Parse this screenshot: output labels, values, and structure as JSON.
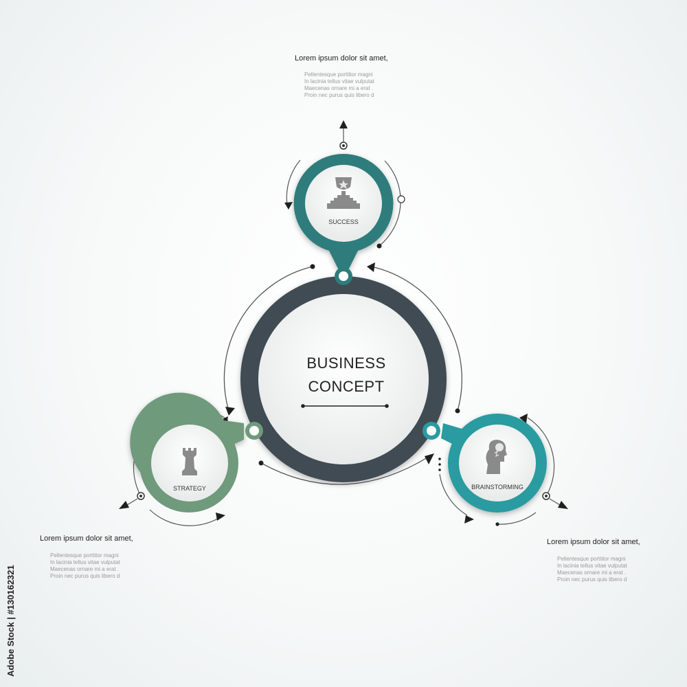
{
  "center": {
    "line1": "BUSINESS",
    "line2": "CONCEPT"
  },
  "nodes": [
    {
      "label": "SUCCESS",
      "icon": "trophy-icon",
      "color": "#2e7d7b"
    },
    {
      "label": "STRATEGY",
      "icon": "chess-rook-icon",
      "color": "#6f9a7b"
    },
    {
      "label": "BRAINSTORMING",
      "icon": "head-idea-icon",
      "color": "#2a9ba0"
    }
  ],
  "text_blocks": [
    {
      "title": "Lorem ipsum dolor sit amet,",
      "lines": [
        "Pellentesque porttitor magni",
        "In lacinia tellus vitae vulputat",
        "Maecenas ornare mi a erat .",
        "Proin nec purus quis libero d"
      ]
    },
    {
      "title": "Lorem ipsum dolor sit amet,",
      "lines": [
        "Pellentesque porttitor magni",
        "In lacinia tellus vitae vulputat",
        "Maecenas ornare mi a erat .",
        "Proin nec purus quis libero d"
      ]
    },
    {
      "title": "Lorem ipsum dolor sit amet,",
      "lines": [
        "Pellentesque porttitor magni",
        "In lacinia tellus vitae vulputat",
        "Maecenas ornare mi a erat .",
        "Proin nec purus quis libero d"
      ]
    }
  ],
  "watermark": "Adobe Stock | #130162321",
  "colors": {
    "ring": "#3f4c52",
    "line": "#555555",
    "arrow": "#1f1f1f"
  }
}
